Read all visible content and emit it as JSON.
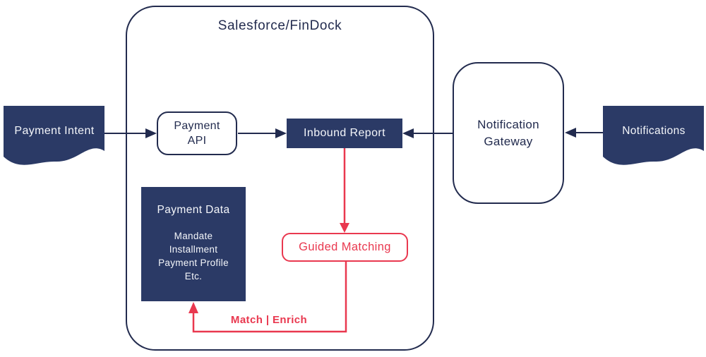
{
  "diagram": {
    "title": "Salesforce/FinDock",
    "colors": {
      "navy": "#2b3a66",
      "navy_line": "#222b4e",
      "red": "#e9384f",
      "box_text_light": "#f4f6fa",
      "background": "#ffffff"
    },
    "nodes": {
      "payment_intent": {
        "label": "Payment Intent",
        "shape": "document"
      },
      "payment_api": {
        "label": "Payment API",
        "shape": "rounded-rect"
      },
      "inbound_report": {
        "label": "Inbound Report",
        "shape": "rect"
      },
      "notification_gateway": {
        "label": "Notification Gateway",
        "shape": "rounded-rect"
      },
      "notifications": {
        "label": "Notifications",
        "shape": "document"
      },
      "payment_data": {
        "title": "Payment Data",
        "items": [
          "Mandate",
          "Installment",
          "Payment Profile",
          "Etc."
        ],
        "shape": "rect"
      },
      "guided_matching": {
        "label": "Guided Matching",
        "shape": "rounded-rect"
      }
    },
    "edges": {
      "payment_intent_to_api": {
        "from": "payment_intent",
        "to": "payment_api",
        "color": "navy"
      },
      "api_to_inbound": {
        "from": "payment_api",
        "to": "inbound_report",
        "color": "navy"
      },
      "gateway_to_inbound": {
        "from": "notification_gateway",
        "to": "inbound_report",
        "color": "navy"
      },
      "notifications_to_gateway": {
        "from": "notifications",
        "to": "notification_gateway",
        "color": "navy"
      },
      "inbound_to_guided": {
        "from": "inbound_report",
        "to": "guided_matching",
        "color": "red"
      },
      "guided_to_payment_data": {
        "from": "guided_matching",
        "to": "payment_data",
        "color": "red",
        "label": "Match | Enrich"
      }
    }
  }
}
